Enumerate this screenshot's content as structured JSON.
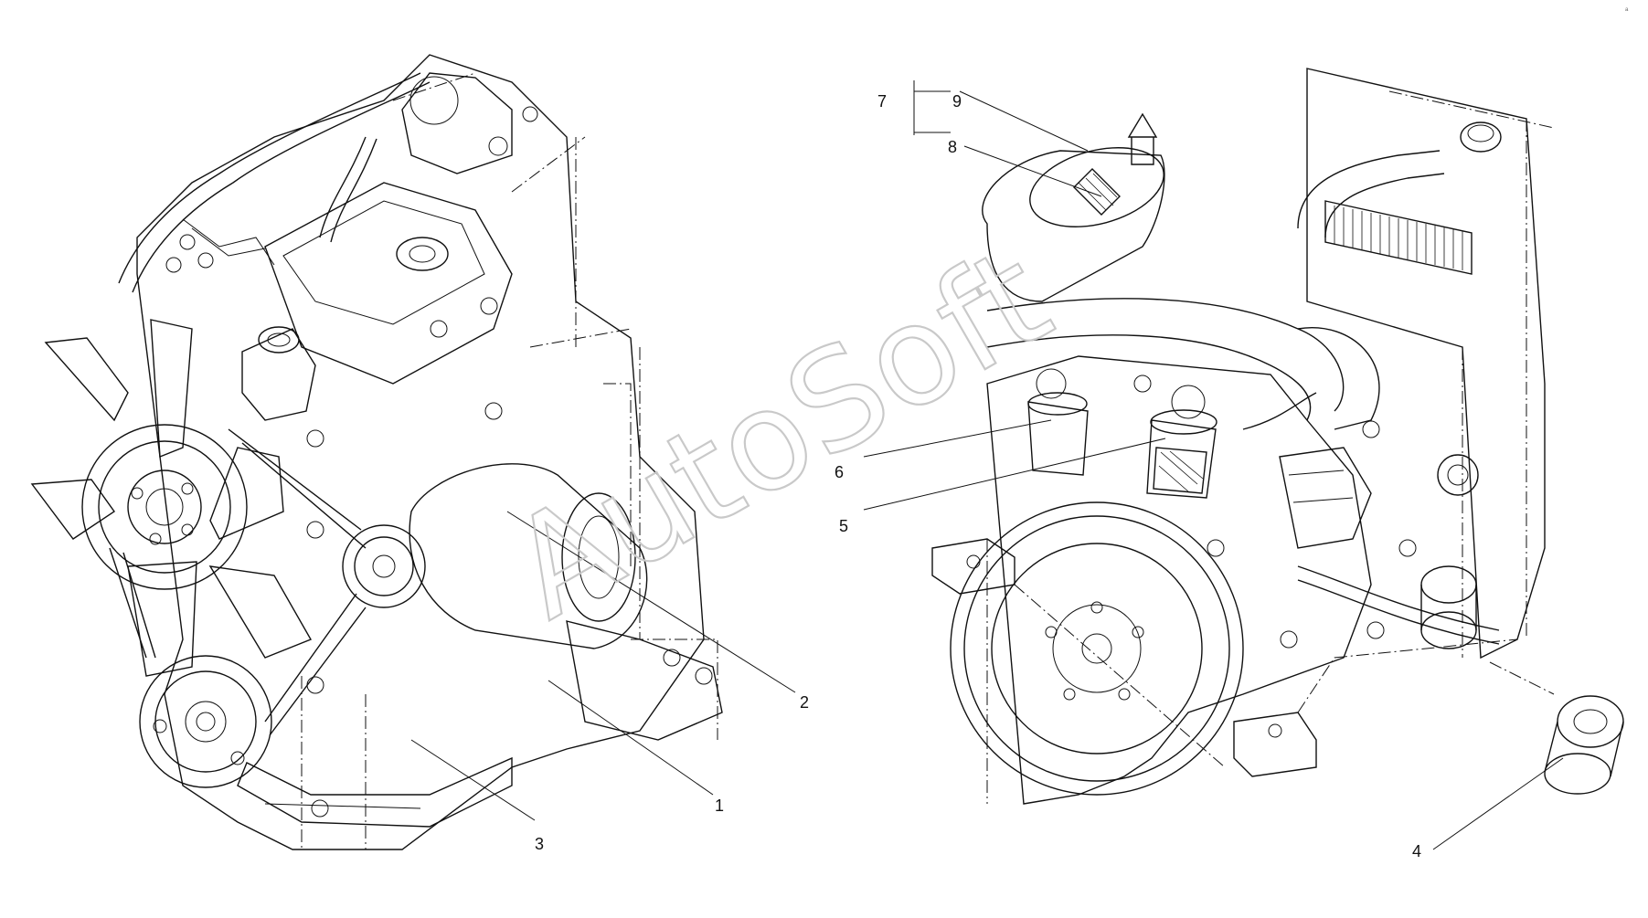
{
  "diagram": {
    "watermark": "AutoSoft",
    "corner_mark": "a",
    "callouts": [
      {
        "id": "c1",
        "label": "1"
      },
      {
        "id": "c2",
        "label": "2"
      },
      {
        "id": "c3",
        "label": "3"
      },
      {
        "id": "c4",
        "label": "4"
      },
      {
        "id": "c5",
        "label": "5"
      },
      {
        "id": "c6",
        "label": "6"
      },
      {
        "id": "c7",
        "label": "7"
      },
      {
        "id": "c8",
        "label": "8"
      },
      {
        "id": "c9",
        "label": "9"
      }
    ],
    "line_color": "#111111",
    "background": "#ffffff"
  }
}
